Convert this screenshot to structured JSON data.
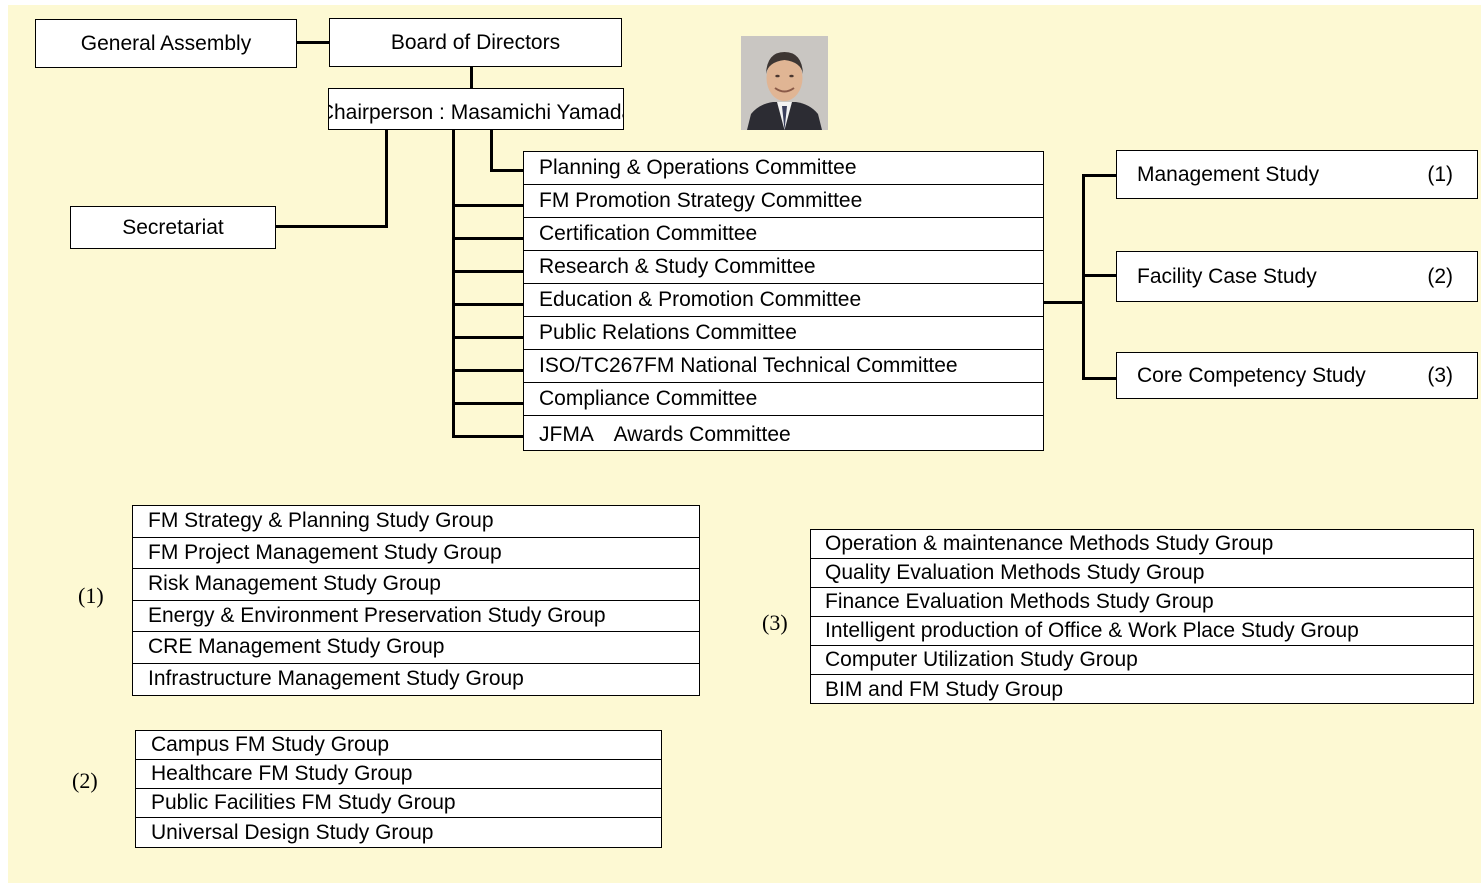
{
  "top": {
    "general_assembly": "General Assembly",
    "board_of_directors": "Board of Directors",
    "chairperson": "Chairperson : Masamichi Yamada",
    "secretariat": "Secretariat"
  },
  "committees": [
    "Planning & Operations Committee",
    "FM Promotion Strategy Committee",
    "Certification Committee",
    "Research & Study Committee",
    "Education & Promotion Committee",
    "Public Relations Committee",
    "ISO/TC267FM National Technical Committee",
    "Compliance Committee",
    "JFMA　Awards Committee"
  ],
  "studies": [
    {
      "label": "Management Study",
      "ref": "(1)"
    },
    {
      "label": "Facility Case Study",
      "ref": "(2)"
    },
    {
      "label": "Core Competency Study",
      "ref": "(3)"
    }
  ],
  "groups1": {
    "marker": "(1)",
    "items": [
      "FM Strategy & Planning Study Group",
      "FM Project Management Study Group",
      "Risk Management Study Group",
      "Energy & Environment Preservation Study Group",
      "CRE Management Study Group",
      "Infrastructure Management Study Group"
    ]
  },
  "groups2": {
    "marker": "(2)",
    "items": [
      "Campus FM Study Group",
      "Healthcare FM Study Group",
      "Public Facilities FM Study Group",
      "Universal Design Study Group"
    ]
  },
  "groups3": {
    "marker": "(3)",
    "items": [
      "Operation & maintenance Methods Study Group",
      "Quality Evaluation Methods Study Group",
      "Finance Evaluation Methods Study Group",
      "Intelligent production of Office & Work Place Study Group",
      "Computer Utilization Study Group",
      "BIM and FM Study Group"
    ]
  },
  "colors": {
    "background": "#fdf9d3",
    "box": "#ffffff",
    "line": "#000000"
  }
}
